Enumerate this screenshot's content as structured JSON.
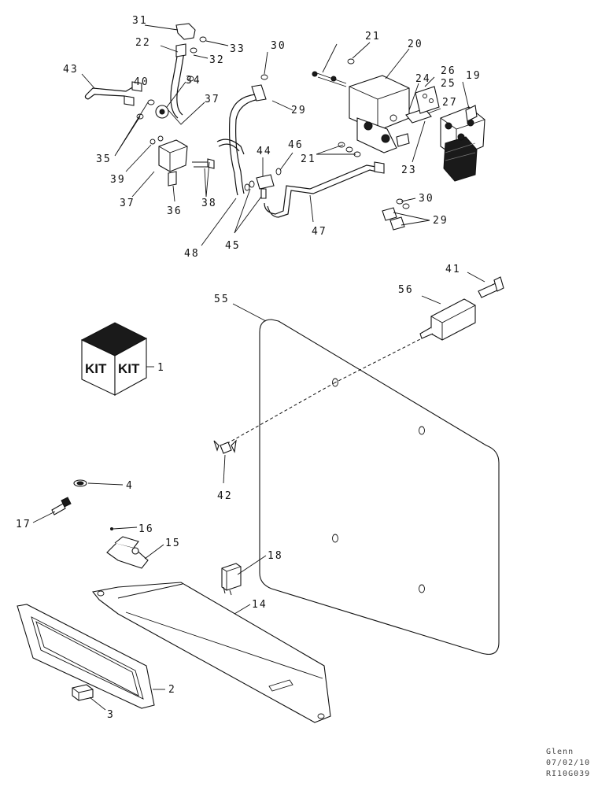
{
  "callouts": {
    "c1": "1",
    "c2": "2",
    "c3": "3",
    "c4": "4",
    "c14": "14",
    "c15": "15",
    "c16": "16",
    "c17": "17",
    "c18": "18",
    "c19": "19",
    "c20": "20",
    "c21a": "21",
    "c21b": "21",
    "c22": "22",
    "c23": "23",
    "c24": "24",
    "c25": "25",
    "c26": "26",
    "c27": "27",
    "c29a": "29",
    "c29b": "29",
    "c30a": "30",
    "c30b": "30",
    "c31": "31",
    "c32": "32",
    "c33": "33",
    "c34": "34",
    "c35": "35",
    "c36": "36",
    "c37a": "37",
    "c37b": "37",
    "c38": "38",
    "c39": "39",
    "c40": "40",
    "c41": "41",
    "c42": "42",
    "c43": "43",
    "c44": "44",
    "c45": "45",
    "c46": "46",
    "c47": "47",
    "c48": "48",
    "c55": "55",
    "c56": "56"
  },
  "kit_box": {
    "left_label": "KIT",
    "right_label": "KIT"
  },
  "stamp": {
    "author": "Glenn",
    "date": "07/02/10",
    "drawing_id": "RI10G039"
  }
}
